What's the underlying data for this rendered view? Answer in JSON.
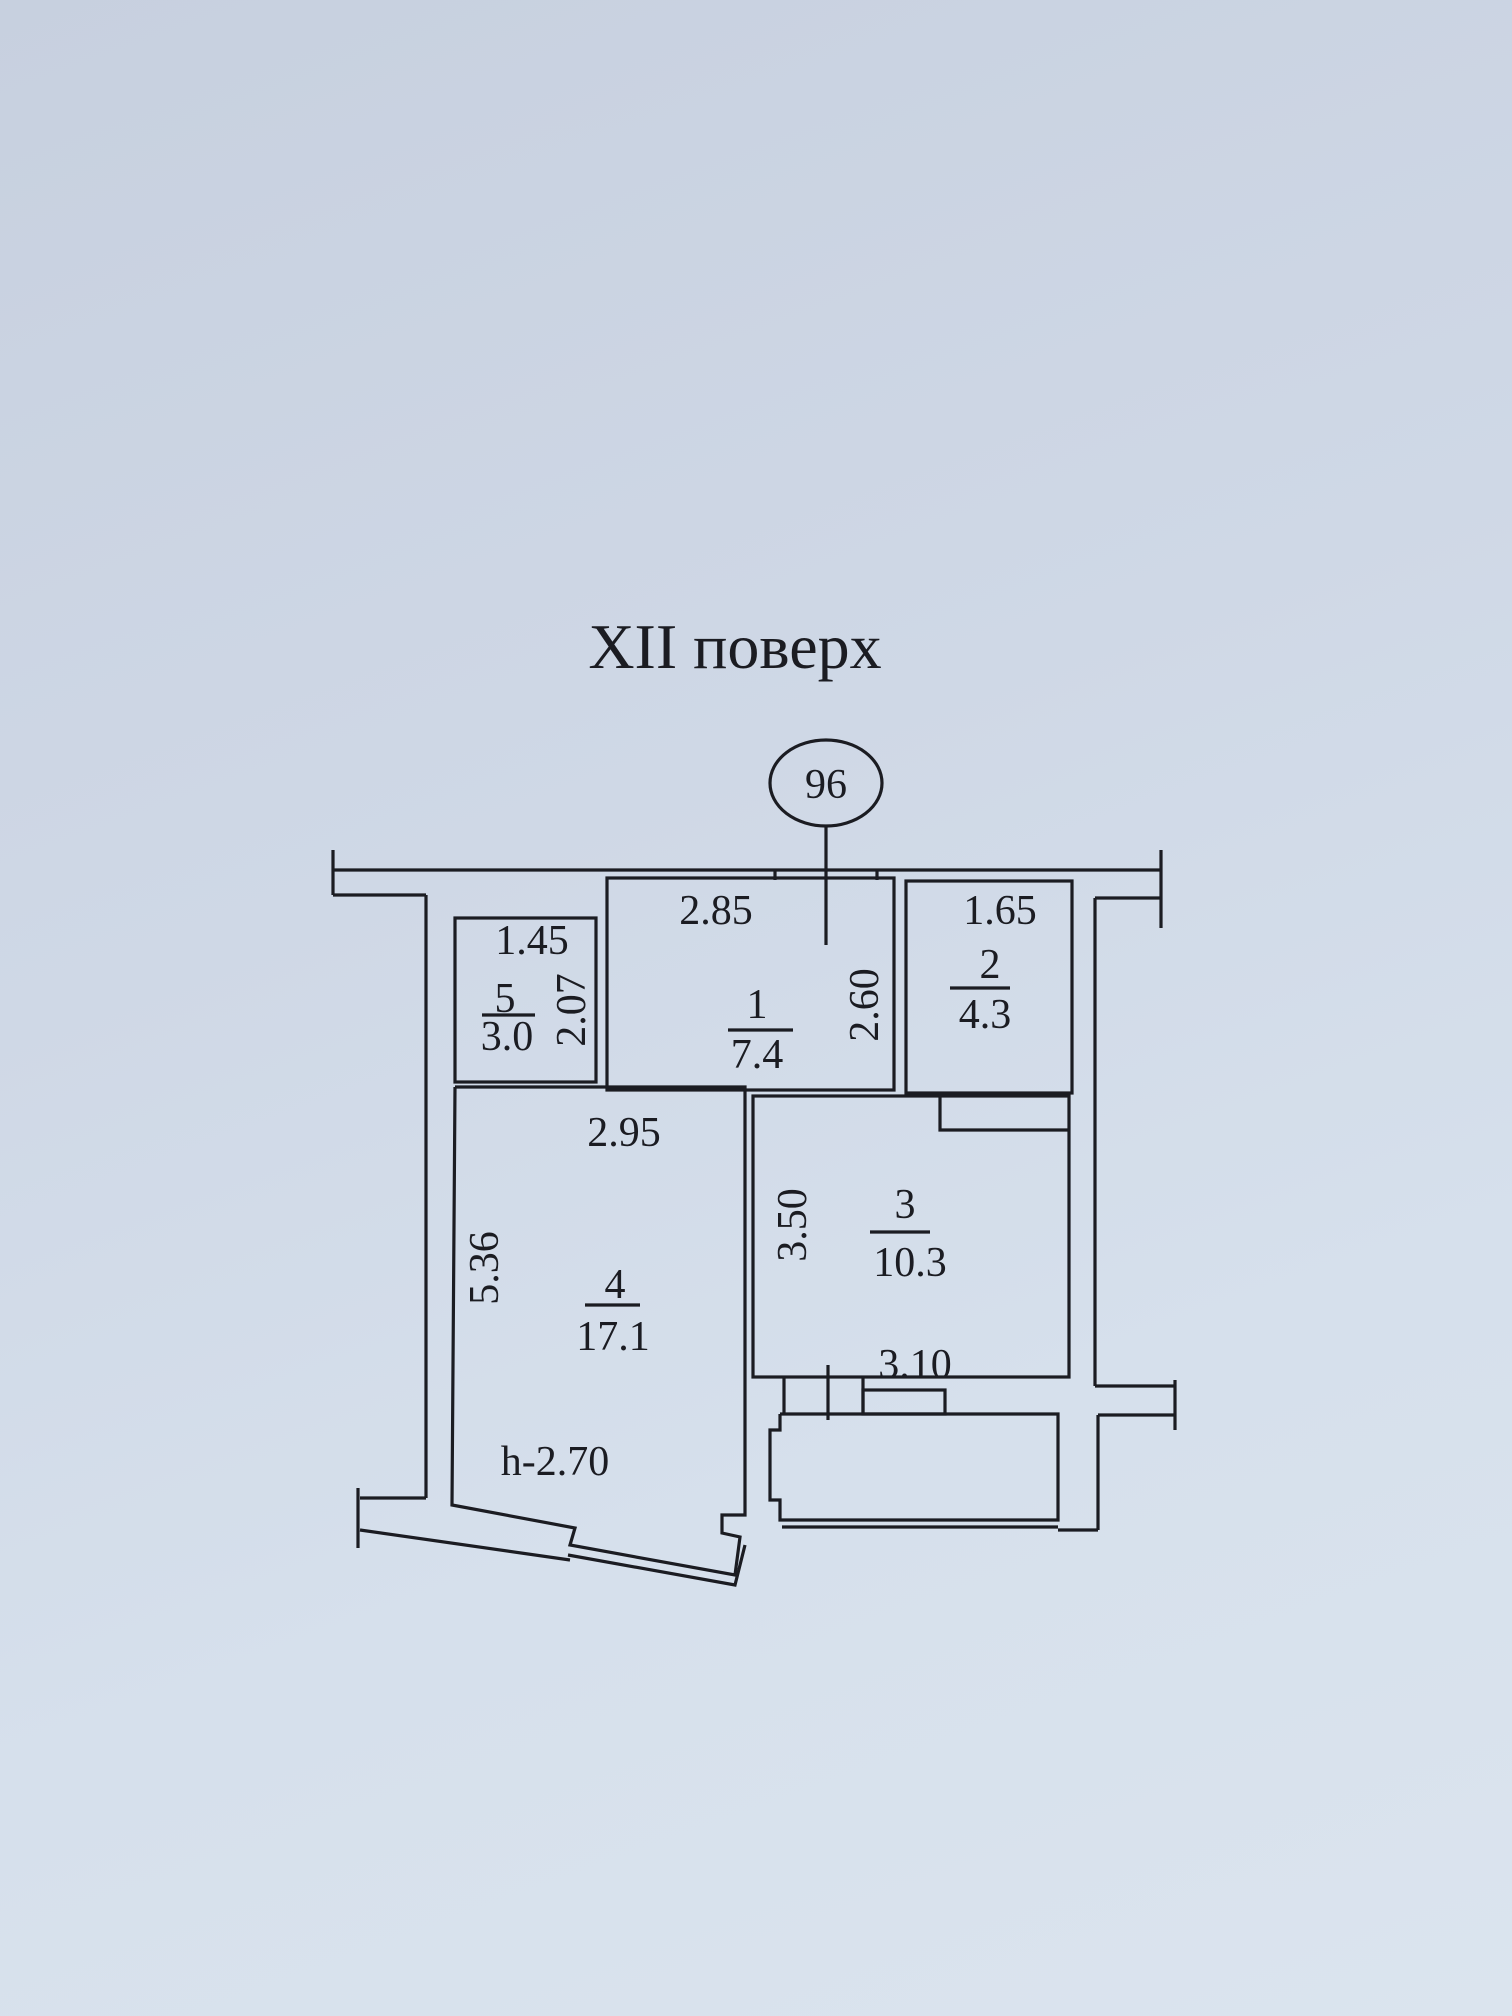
{
  "title": "XII поверх",
  "apartment_number": "96",
  "ceiling_height": "h-2.70",
  "rooms": [
    {
      "number": "1",
      "area": "7.4",
      "width": "2.85",
      "length": "2.60"
    },
    {
      "number": "2",
      "area": "4.3",
      "width": "1.65"
    },
    {
      "number": "3",
      "area": "10.3",
      "width": "3.10",
      "length": "3.50"
    },
    {
      "number": "4",
      "area": "17.1",
      "width": "2.95",
      "length": "5.36"
    },
    {
      "number": "5",
      "area": "3.0",
      "width": "1.45",
      "length": "2.07"
    }
  ],
  "colors": {
    "line": "#1b1c22",
    "paper": "#cfd8e6"
  }
}
